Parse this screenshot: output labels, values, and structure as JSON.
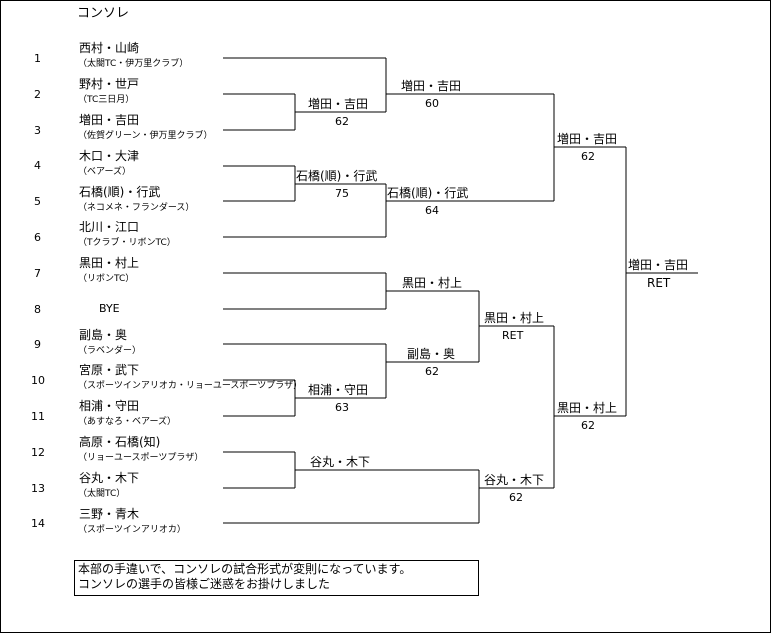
{
  "title": "コンソレ",
  "entries": [
    {
      "no": "1",
      "name": "西村・山崎",
      "club": "（太閤TC・伊万里クラブ）"
    },
    {
      "no": "2",
      "name": "野村・世戸",
      "club": "（TC三日月）"
    },
    {
      "no": "3",
      "name": "増田・吉田",
      "club": "（佐賀グリーン・伊万里クラブ）"
    },
    {
      "no": "4",
      "name": "木口・大津",
      "club": "（ベアーズ）"
    },
    {
      "no": "5",
      "name": "石橋(順)・行武",
      "club": "（ネコメネ・フランダース）"
    },
    {
      "no": "6",
      "name": "北川・江口",
      "club": "（Tクラブ・リボンTC）"
    },
    {
      "no": "7",
      "name": "黒田・村上",
      "club": "（リボンTC）"
    },
    {
      "no": "8",
      "name": "BYE",
      "club": ""
    },
    {
      "no": "9",
      "name": "副島・奥",
      "club": "（ラベンダー）"
    },
    {
      "no": "10",
      "name": "宮原・武下",
      "club": "（スポーツインアリオカ・リョーユースポーツプラザ）"
    },
    {
      "no": "11",
      "name": "相浦・守田",
      "club": "（あすなろ・ベアーズ）"
    },
    {
      "no": "12",
      "name": "高原・石橋(知)",
      "club": "（リョーユースポーツプラザ）"
    },
    {
      "no": "13",
      "name": "谷丸・木下",
      "club": "（太閤TC）"
    },
    {
      "no": "14",
      "name": "三野・青木",
      "club": "（スポーツインアリオカ）"
    }
  ],
  "results": {
    "r1_a": {
      "winner": "増田・吉田",
      "score": "62"
    },
    "r1_b": {
      "winner": "石橋(順)・行武",
      "score": "75"
    },
    "r1_c": {
      "winner": "相浦・守田",
      "score": "63"
    },
    "r1_d": {
      "winner": "谷丸・木下",
      "score": ""
    },
    "r2_a": {
      "winner": "増田・吉田",
      "score": "60"
    },
    "r2_b": {
      "winner": "石橋(順)・行武",
      "score": "64"
    },
    "r2_c": {
      "winner": "黒田・村上",
      "score": ""
    },
    "r2_d": {
      "winner": "副島・奥",
      "score": "62"
    },
    "r3_a": {
      "winner": "黒田・村上",
      "score": "RET"
    },
    "r3_b": {
      "winner": "谷丸・木下",
      "score": "62"
    },
    "sf_a": {
      "winner": "増田・吉田",
      "score": "62"
    },
    "sf_b": {
      "winner": "黒田・村上",
      "score": "62"
    },
    "final": {
      "winner": "増田・吉田",
      "score": "RET"
    }
  },
  "note": [
    "本部の手違いで、コンソレの試合形式が変則になっています。",
    "コンソレの選手の皆様ご迷惑をお掛けしました"
  ]
}
